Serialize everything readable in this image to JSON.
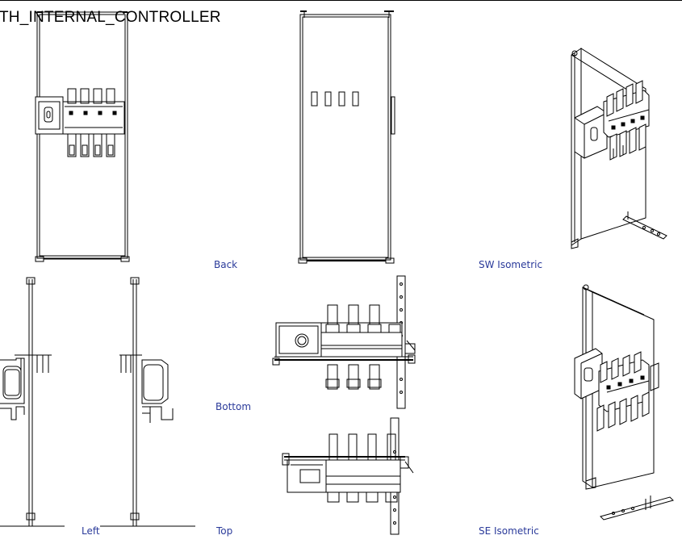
{
  "drawing": {
    "title": "TH_INTERNAL_CONTROLLER",
    "view_labels": {
      "back": "Back",
      "sw_isometric": "SW Isometric",
      "bottom": "Bottom",
      "left": "Left",
      "top": "Top",
      "se_isometric": "SE Isometric"
    },
    "colors": {
      "line": "#000000",
      "label": "#2a3a9a",
      "background": "#ffffff"
    }
  }
}
